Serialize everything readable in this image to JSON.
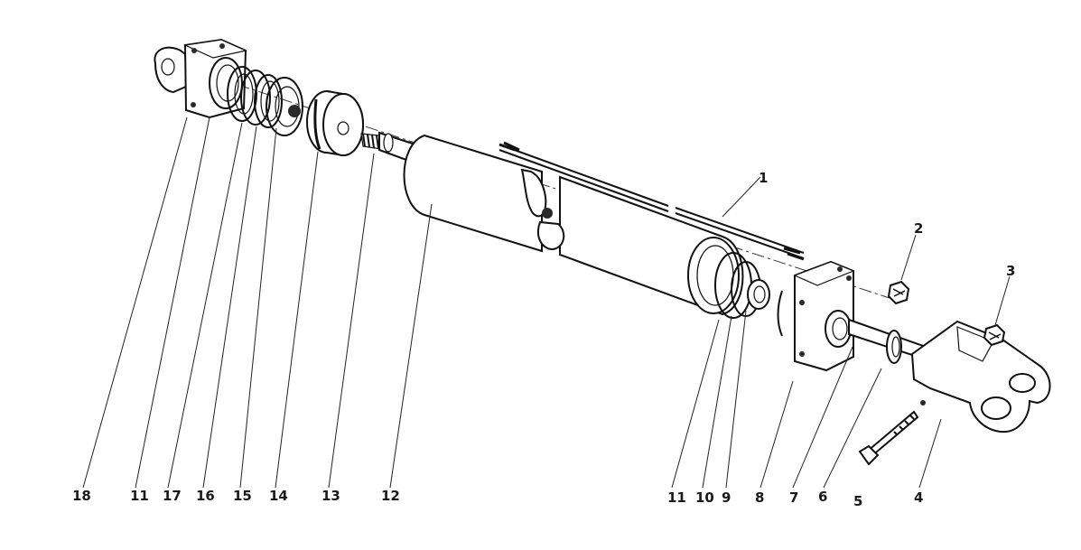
{
  "diagram": {
    "callouts": [
      {
        "id": "c1",
        "label": "1"
      },
      {
        "id": "c2",
        "label": "2"
      },
      {
        "id": "c3",
        "label": "3"
      },
      {
        "id": "c4",
        "label": "4"
      },
      {
        "id": "c5",
        "label": "5"
      },
      {
        "id": "c6",
        "label": "6"
      },
      {
        "id": "c7",
        "label": "7"
      },
      {
        "id": "c8",
        "label": "8"
      },
      {
        "id": "c9",
        "label": "9"
      },
      {
        "id": "c10",
        "label": "10"
      },
      {
        "id": "c11a",
        "label": "11"
      },
      {
        "id": "c11b",
        "label": "11"
      },
      {
        "id": "c12",
        "label": "12"
      },
      {
        "id": "c13",
        "label": "13"
      },
      {
        "id": "c14",
        "label": "14"
      },
      {
        "id": "c15",
        "label": "15"
      },
      {
        "id": "c16",
        "label": "16"
      },
      {
        "id": "c17",
        "label": "17"
      },
      {
        "id": "c18",
        "label": "18"
      }
    ]
  }
}
